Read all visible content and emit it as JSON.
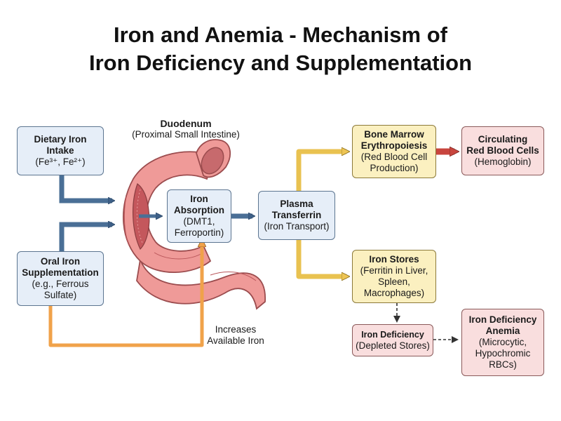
{
  "title": {
    "line1": "Iron and Anemia - Mechanism of",
    "line2": "Iron Deficiency and Supplementation"
  },
  "duodenum": {
    "title": "Duodenum",
    "subtitle": "(Proximal Small Intestine)"
  },
  "nodes": {
    "dietary": {
      "title1": "Dietary Iron",
      "title2": "Intake",
      "detail": "(Fe³⁺, Fe²⁺)"
    },
    "oral": {
      "title1": "Oral Iron",
      "title2": "Supplementation",
      "detail1": "(e.g., Ferrous",
      "detail2": "Sulfate)"
    },
    "absorption": {
      "title1": "Iron",
      "title2": "Absorption",
      "detail1": "(DMT1,",
      "detail2": "Ferroportin)"
    },
    "transferrin": {
      "title1": "Plasma",
      "title2": "Transferrin",
      "detail": "(Iron Transport)"
    },
    "bone_marrow": {
      "title1": "Bone Marrow",
      "title2": "Erythropoiesis",
      "detail1": "(Red Blood Cell",
      "detail2": "Production)"
    },
    "rbc": {
      "title1": "Circulating",
      "title2": "Red Blood Cells",
      "detail": "(Hemoglobin)"
    },
    "stores": {
      "title": "Iron Stores",
      "detail1": "(Ferritin in Liver,",
      "detail2": "Spleen,",
      "detail3": "Macrophages)"
    },
    "deficiency": {
      "title": "Iron Deficiency",
      "detail": "(Depleted Stores)"
    },
    "anemia": {
      "title1": "Iron Deficiency",
      "title2": "Anemia",
      "detail1": "(Microcytic,",
      "detail2": "Hypochromic",
      "detail3": "RBCs)"
    }
  },
  "annotation": {
    "line1": "Increases",
    "line2": "Available Iron"
  },
  "colors": {
    "blue_arrow": "#4a6f96",
    "yellow_arrow": "#e9c250",
    "orange_arrow": "#f0a24a",
    "red_arrow": "#c8453e",
    "intestine": "#ef9a98",
    "intestine_dark": "#d16b6e"
  }
}
